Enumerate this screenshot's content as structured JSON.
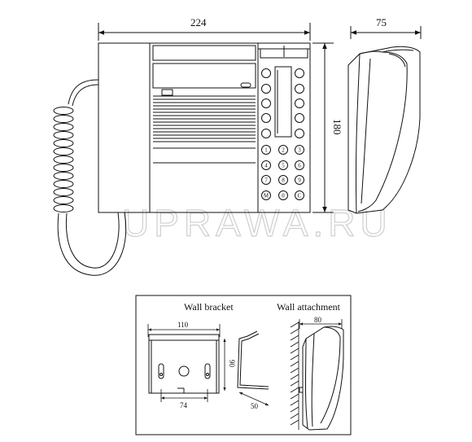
{
  "dimensions": {
    "main_width": "224",
    "main_height": "180",
    "side_depth": "75",
    "bracket_width": "110",
    "bracket_height": "90",
    "bracket_hole_spacing": "74",
    "bracket_depth": "50",
    "wall_offset": "80"
  },
  "labels": {
    "wall_bracket": "Wall bracket",
    "wall_attachment": "Wall attachment"
  },
  "keypad": {
    "rows": [
      [
        "1",
        "2",
        "3"
      ],
      [
        "4",
        "5",
        "6"
      ],
      [
        "7",
        "8",
        "9"
      ],
      [
        "M",
        "0",
        "C"
      ]
    ]
  },
  "watermark": "UPRAWA.RU"
}
